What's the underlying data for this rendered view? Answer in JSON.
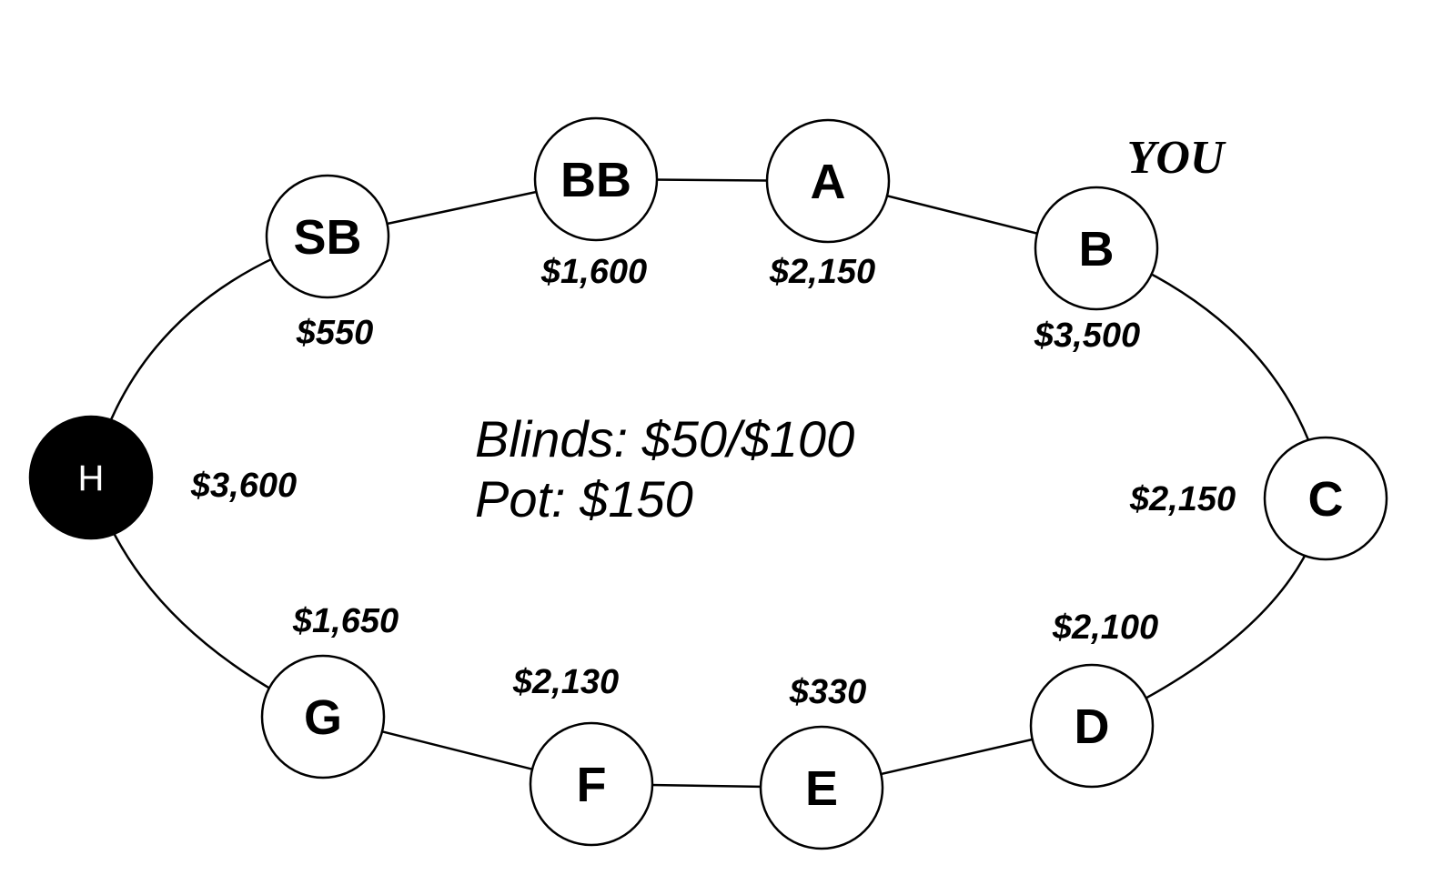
{
  "you_label": "YOU",
  "info": {
    "blinds": "Blinds: $50/$100",
    "pot": "Pot: $150"
  },
  "seats": [
    {
      "id": "sb",
      "label": "SB",
      "stack": "$550",
      "dealer": false
    },
    {
      "id": "bb",
      "label": "BB",
      "stack": "$1,600",
      "dealer": false
    },
    {
      "id": "a",
      "label": "A",
      "stack": "$2,150",
      "dealer": false
    },
    {
      "id": "b",
      "label": "B",
      "stack": "$3,500",
      "dealer": false
    },
    {
      "id": "c",
      "label": "C",
      "stack": "$2,150",
      "dealer": false
    },
    {
      "id": "d",
      "label": "D",
      "stack": "$2,100",
      "dealer": false
    },
    {
      "id": "e",
      "label": "E",
      "stack": "$330",
      "dealer": false
    },
    {
      "id": "f",
      "label": "F",
      "stack": "$2,130",
      "dealer": false
    },
    {
      "id": "g",
      "label": "G",
      "stack": "$1,650",
      "dealer": false
    },
    {
      "id": "h",
      "label": "H",
      "stack": "$3,600",
      "dealer": true
    }
  ]
}
